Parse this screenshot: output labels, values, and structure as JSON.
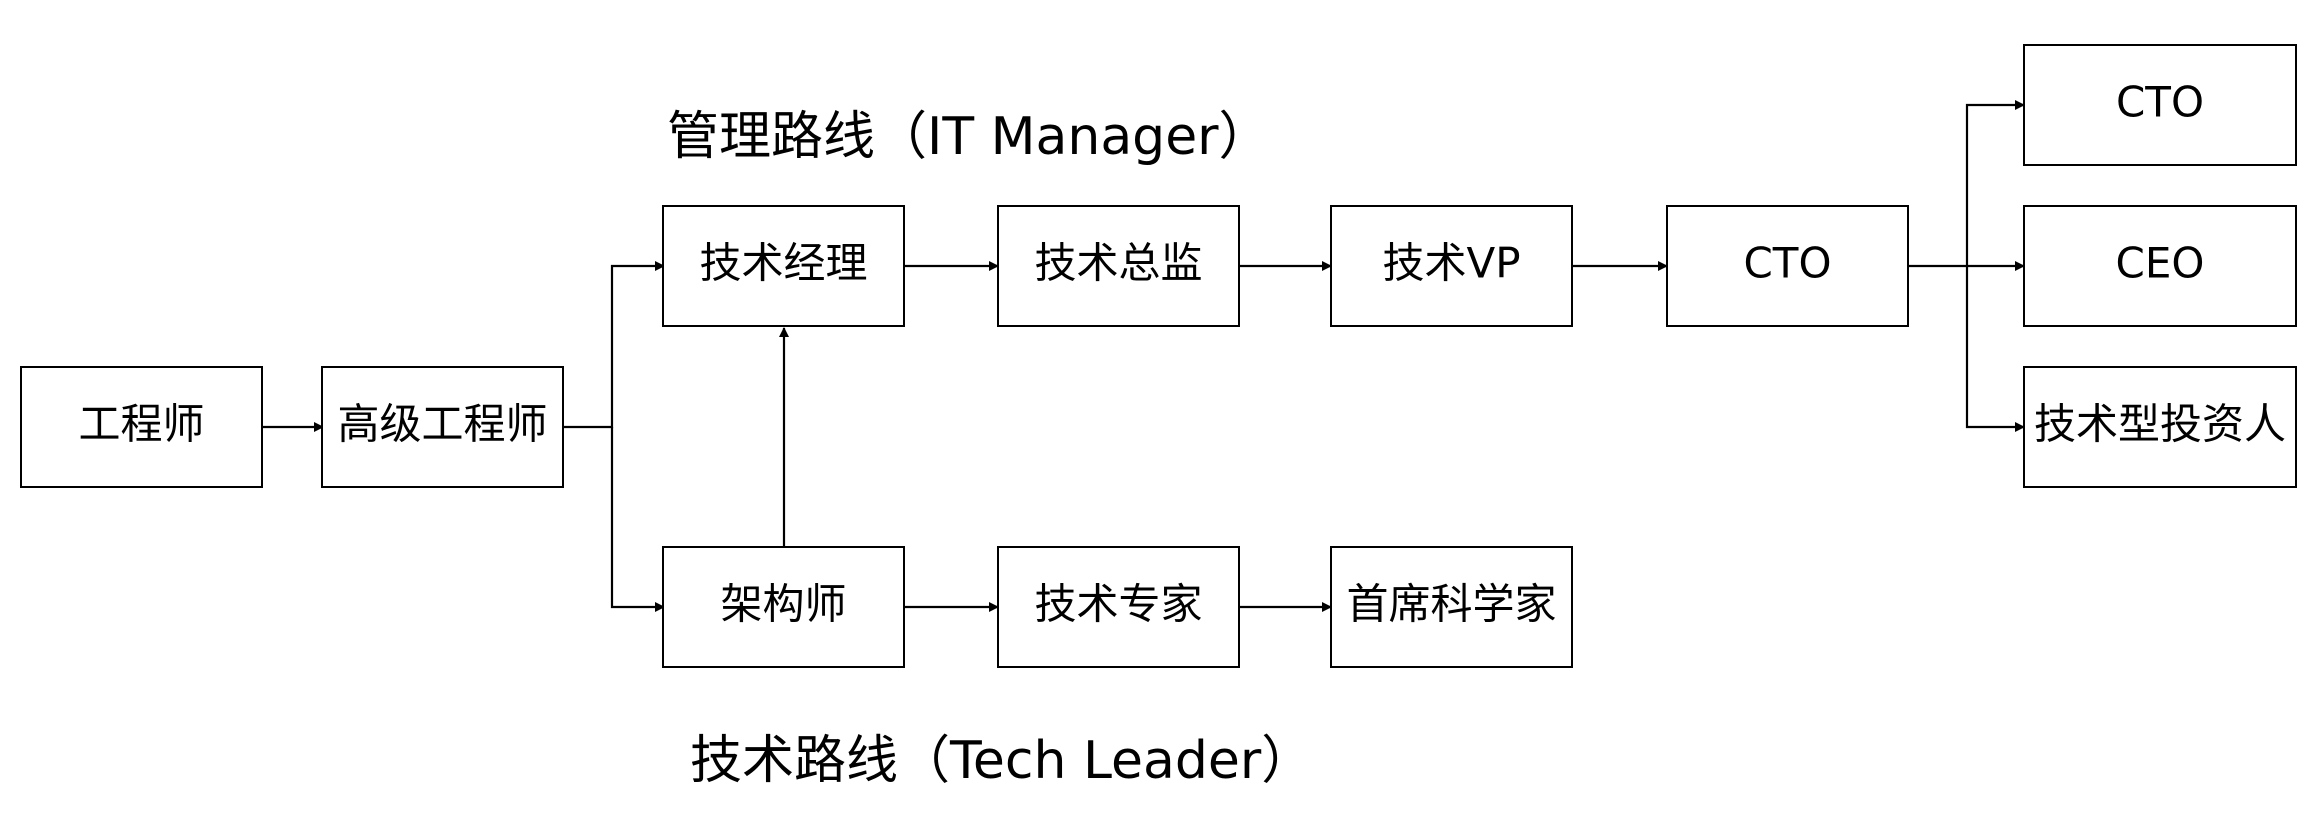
{
  "lanes": {
    "management": "管理路线（IT Manager）",
    "technical": "技术路线（Tech Leader）"
  },
  "nodes": {
    "engineer": "工程师",
    "senior_engineer": "高级工程师",
    "tech_manager": "技术经理",
    "tech_director": "技术总监",
    "tech_vp": "技术VP",
    "cto_mgmt": "CTO",
    "cto_final": "CTO",
    "ceo": "CEO",
    "tech_investor": "技术型投资人",
    "architect": "架构师",
    "tech_expert": "技术专家",
    "chief_scientist": "首席科学家"
  },
  "edges": [
    [
      "engineer",
      "senior_engineer"
    ],
    [
      "senior_engineer",
      "tech_manager"
    ],
    [
      "senior_engineer",
      "architect"
    ],
    [
      "architect",
      "tech_manager"
    ],
    [
      "tech_manager",
      "tech_director"
    ],
    [
      "tech_director",
      "tech_vp"
    ],
    [
      "tech_vp",
      "cto_mgmt"
    ],
    [
      "cto_mgmt",
      "cto_final"
    ],
    [
      "cto_mgmt",
      "ceo"
    ],
    [
      "cto_mgmt",
      "tech_investor"
    ],
    [
      "architect",
      "tech_expert"
    ],
    [
      "tech_expert",
      "chief_scientist"
    ]
  ]
}
